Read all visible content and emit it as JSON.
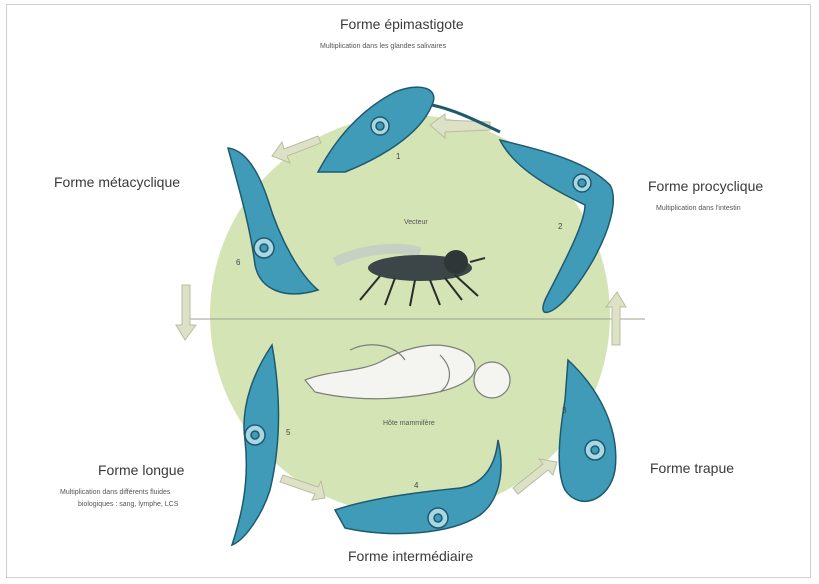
{
  "stages": {
    "epimastigote": {
      "name": "Forme épimastigote",
      "note": "Multiplication dans les glandes salivaires"
    },
    "procyclique": {
      "name": "Forme procyclique",
      "note": "Multiplication dans l'intestin"
    },
    "metacyclique": {
      "name": "Forme métacyclique"
    },
    "trapue": {
      "name": "Forme trapue"
    },
    "longue": {
      "name": "Forme longue",
      "note_lines": [
        "Multiplication dans différents fluides",
        "biologiques : sang, lymphe, LCS"
      ]
    },
    "intermediaire": {
      "name": "Forme intermédiaire"
    }
  },
  "hosts": {
    "vector": "Vecteur",
    "human": "Hôte mammifère"
  },
  "step_numbers": [
    "1",
    "2",
    "3",
    "4",
    "5",
    "6"
  ],
  "colors": {
    "circle_fill": "#d5e4b5",
    "parasite_fill": "#3f9bb7",
    "parasite_light": "#a9d6e3",
    "arrow": "#d8dcc0"
  }
}
